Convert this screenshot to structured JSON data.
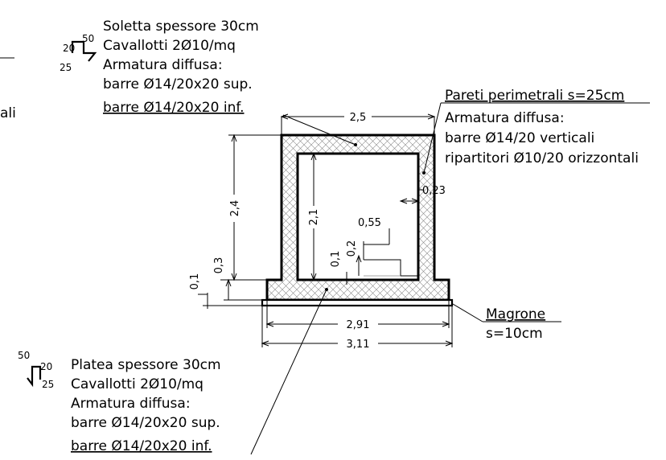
{
  "slab_note": {
    "line1": "Soletta spessore 30cm",
    "line2": "Cavallotti 2Ø10/mq",
    "line3": "Armatura diffusa:",
    "line4": "barre Ø14/20x20 sup.",
    "line5": "barre Ø14/20x20 inf.",
    "bar_dims": [
      "20",
      "50",
      "25"
    ]
  },
  "left_cut_fragment": "ali",
  "walls_note": {
    "line1": "Pareti perimetrali s=25cm",
    "line2": "Armatura diffusa:",
    "line3": "barre Ø14/20 verticali",
    "line4": "ripartitori Ø10/20 orizzontali"
  },
  "base_note": {
    "line1": "Platea spessore 30cm",
    "line2": "Cavallotti 2Ø10/mq",
    "line3": "Armatura diffusa:",
    "line4": "barre Ø14/20x20 sup.",
    "line5": "barre Ø14/20x20 inf.",
    "bar_dims": [
      "50",
      "20",
      "25"
    ]
  },
  "lean_note": {
    "line1": "Magrone",
    "line2": "s=10cm"
  },
  "dimensions": {
    "top_width": "2,5",
    "outer_height": "2,4",
    "inner_height": "2,1",
    "base_width": "2,91",
    "lean_width": "3,11",
    "wall_offset": "0,23",
    "step_width": "0,55",
    "step_height": "0,2",
    "lower_step": "0,1",
    "base_thickness": "0,3",
    "lean_thickness": "0,1"
  }
}
